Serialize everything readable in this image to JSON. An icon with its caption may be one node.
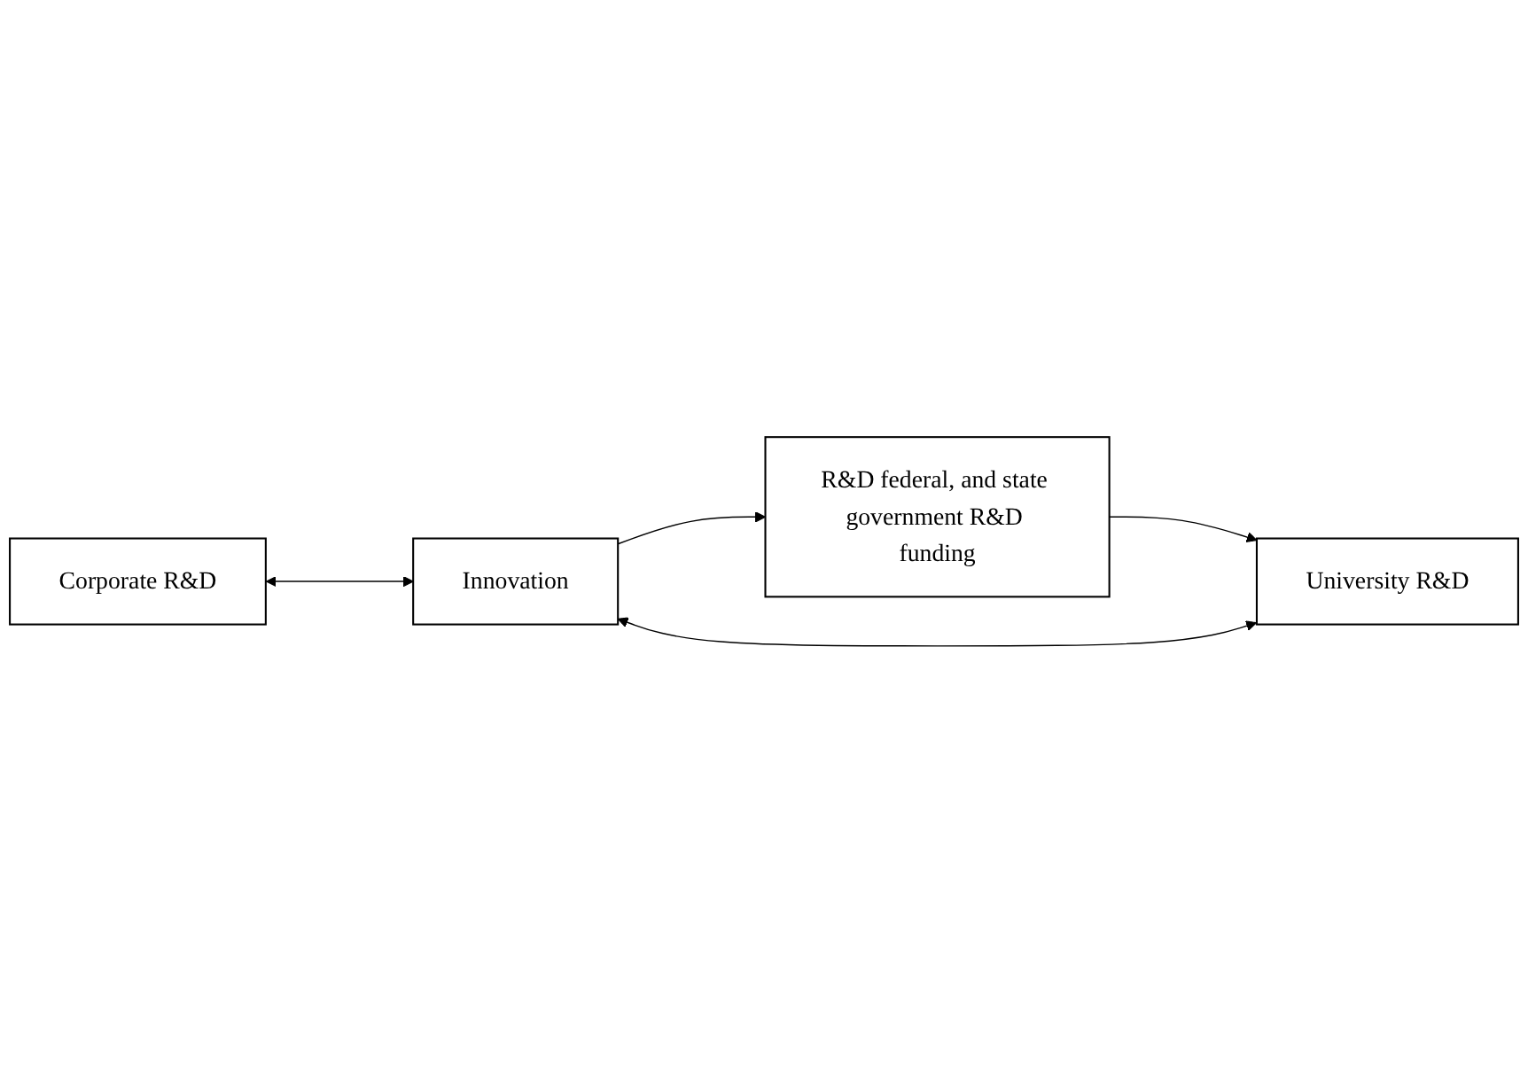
{
  "diagram": {
    "nodes": [
      {
        "text": [
          "Corporate R&D"
        ]
      },
      {
        "text": [
          "University R&D"
        ]
      },
      {
        "text": [
          "Innovation"
        ]
      },
      {
        "text": [
          "R&D federal, and state government R&D funding"
        ]
      }
    ],
    "edges": [
      {
        "from": 0,
        "to": 2,
        "arrow": "both"
      },
      {
        "from": 1,
        "to": 2,
        "arrow": "both"
      },
      {
        "from": 3,
        "to": 1,
        "arrow": "to"
      },
      {
        "from": 2,
        "to": 3,
        "arrow": "to"
      }
    ]
  }
}
